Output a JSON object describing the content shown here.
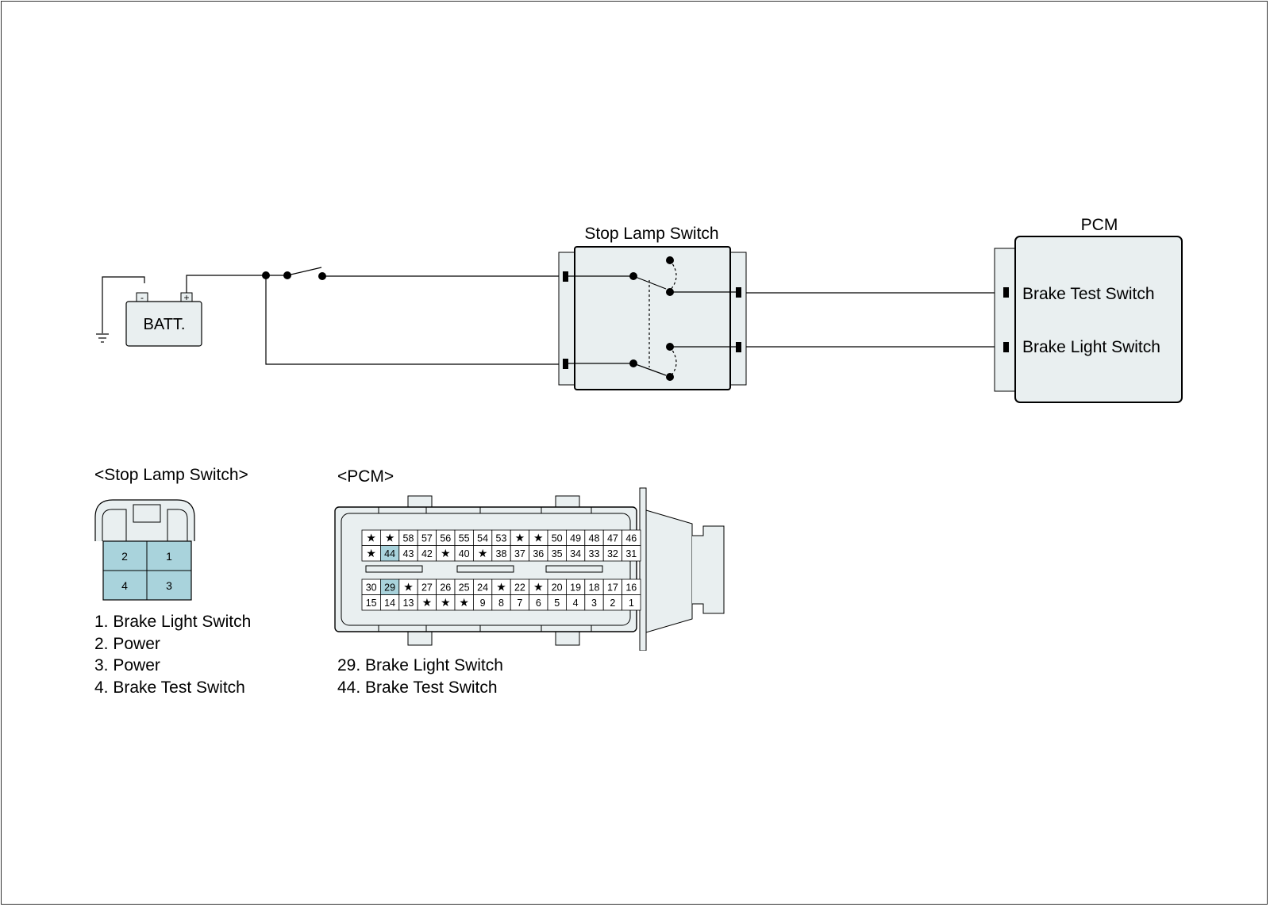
{
  "circuit": {
    "battery_label": "BATT.",
    "battery_neg": "-",
    "battery_pos": "+",
    "stop_lamp_switch_title": "Stop Lamp Switch",
    "pcm_title": "PCM",
    "pcm_inputs": [
      "Brake Test Switch",
      "Brake Light Switch"
    ]
  },
  "stop_lamp_connector": {
    "title": "<Stop Lamp Switch>",
    "pins": [
      "2",
      "1",
      "4",
      "3"
    ],
    "pin_list": [
      "1. Brake Light Switch",
      "2. Power",
      "3. Power",
      "4. Brake Test Switch"
    ]
  },
  "pcm_connector": {
    "title": "<PCM>",
    "rows": [
      [
        "★",
        "★",
        "58",
        "57",
        "56",
        "55",
        "54",
        "53",
        "★",
        "★",
        "50",
        "49",
        "48",
        "47",
        "46"
      ],
      [
        "★",
        "44",
        "43",
        "42",
        "★",
        "40",
        "★",
        "38",
        "37",
        "36",
        "35",
        "34",
        "33",
        "32",
        "31"
      ],
      [
        "30",
        "29",
        "★",
        "27",
        "26",
        "25",
        "24",
        "★",
        "22",
        "★",
        "20",
        "19",
        "18",
        "17",
        "16"
      ],
      [
        "15",
        "14",
        "13",
        "★",
        "★",
        "★",
        "9",
        "8",
        "7",
        "6",
        "5",
        "4",
        "3",
        "2",
        "1"
      ]
    ],
    "highlighted": [
      "44",
      "29"
    ],
    "pin_list": [
      "29. Brake Light Switch",
      "44. Brake Test Switch"
    ]
  },
  "colors": {
    "component_fill": "#e9eff0",
    "pin_highlight": "#a9d3dc",
    "line": "#000000"
  }
}
